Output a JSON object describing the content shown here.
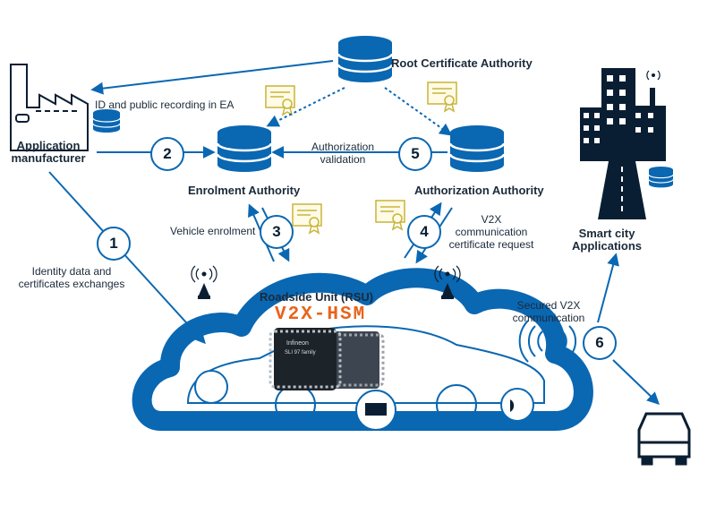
{
  "nodes": {
    "root_ca": "Root Certificate Authority",
    "app_manufacturer": "Application\nmanufacturer",
    "enrolment_authority": "Enrolment Authority",
    "authorization_authority": "Authorization Authority",
    "smart_city": "Smart city\nApplications",
    "rsu": "Roadside Unit (RSU)",
    "hsm": "V2X-HSM"
  },
  "edges": {
    "id_recording": "ID and public recording in EA",
    "auth_validation": "Authorization\nvalidation",
    "vehicle_enrolment": "Vehicle enrolment",
    "cert_request": "V2X\ncommunication\ncertificate request",
    "identity_exchange": "Identity data and\ncertificates exchanges",
    "secured_v2x": "Secured V2X\ncommunication"
  },
  "steps": [
    "1",
    "2",
    "3",
    "4",
    "5",
    "6"
  ],
  "chip_text": "Infineon\nSLI 97 family",
  "colors": {
    "accent": "#0a67b2",
    "dark": "#0a1e33",
    "hsm_orange": "#e8641b",
    "cert_gold": "#c9b43a"
  }
}
